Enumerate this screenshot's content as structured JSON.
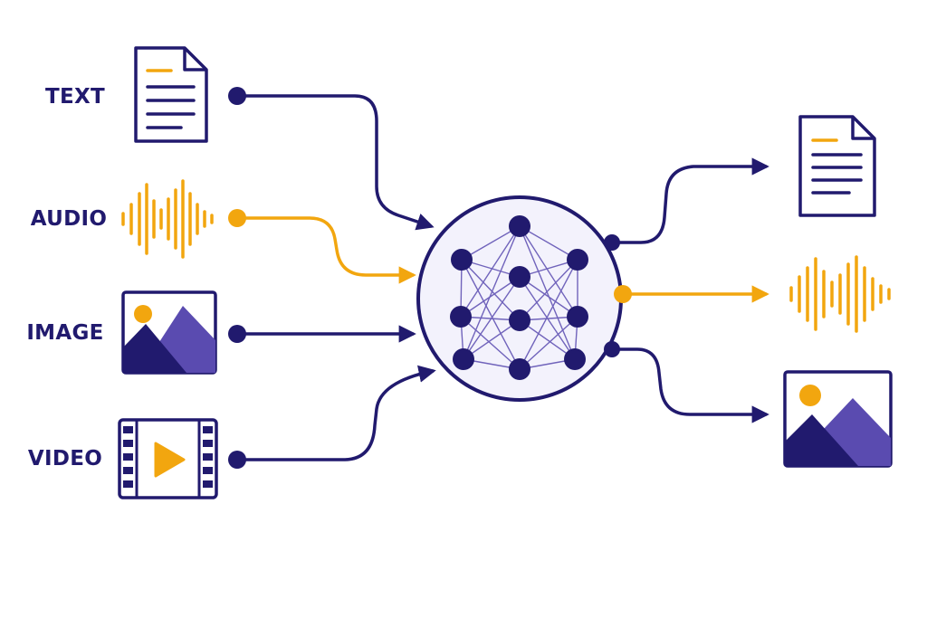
{
  "colors": {
    "navy": "#211A6E",
    "accent": "#F2A60F",
    "purple": "#5A4BB0",
    "hub_fill": "#F3F2FC",
    "background": "#FFFFFF"
  },
  "inputs": [
    {
      "label": "TEXT",
      "icon": "document-icon",
      "color": "navy"
    },
    {
      "label": "AUDIO",
      "icon": "audio-waveform-icon",
      "color": "accent"
    },
    {
      "label": "IMAGE",
      "icon": "image-icon",
      "color": "navy"
    },
    {
      "label": "VIDEO",
      "icon": "video-film-icon",
      "color": "navy"
    }
  ],
  "hub": {
    "icon": "neural-network-icon"
  },
  "outputs": [
    {
      "icon": "document-icon",
      "color": "navy"
    },
    {
      "icon": "audio-waveform-icon",
      "color": "accent"
    },
    {
      "icon": "image-icon",
      "color": "navy"
    }
  ]
}
